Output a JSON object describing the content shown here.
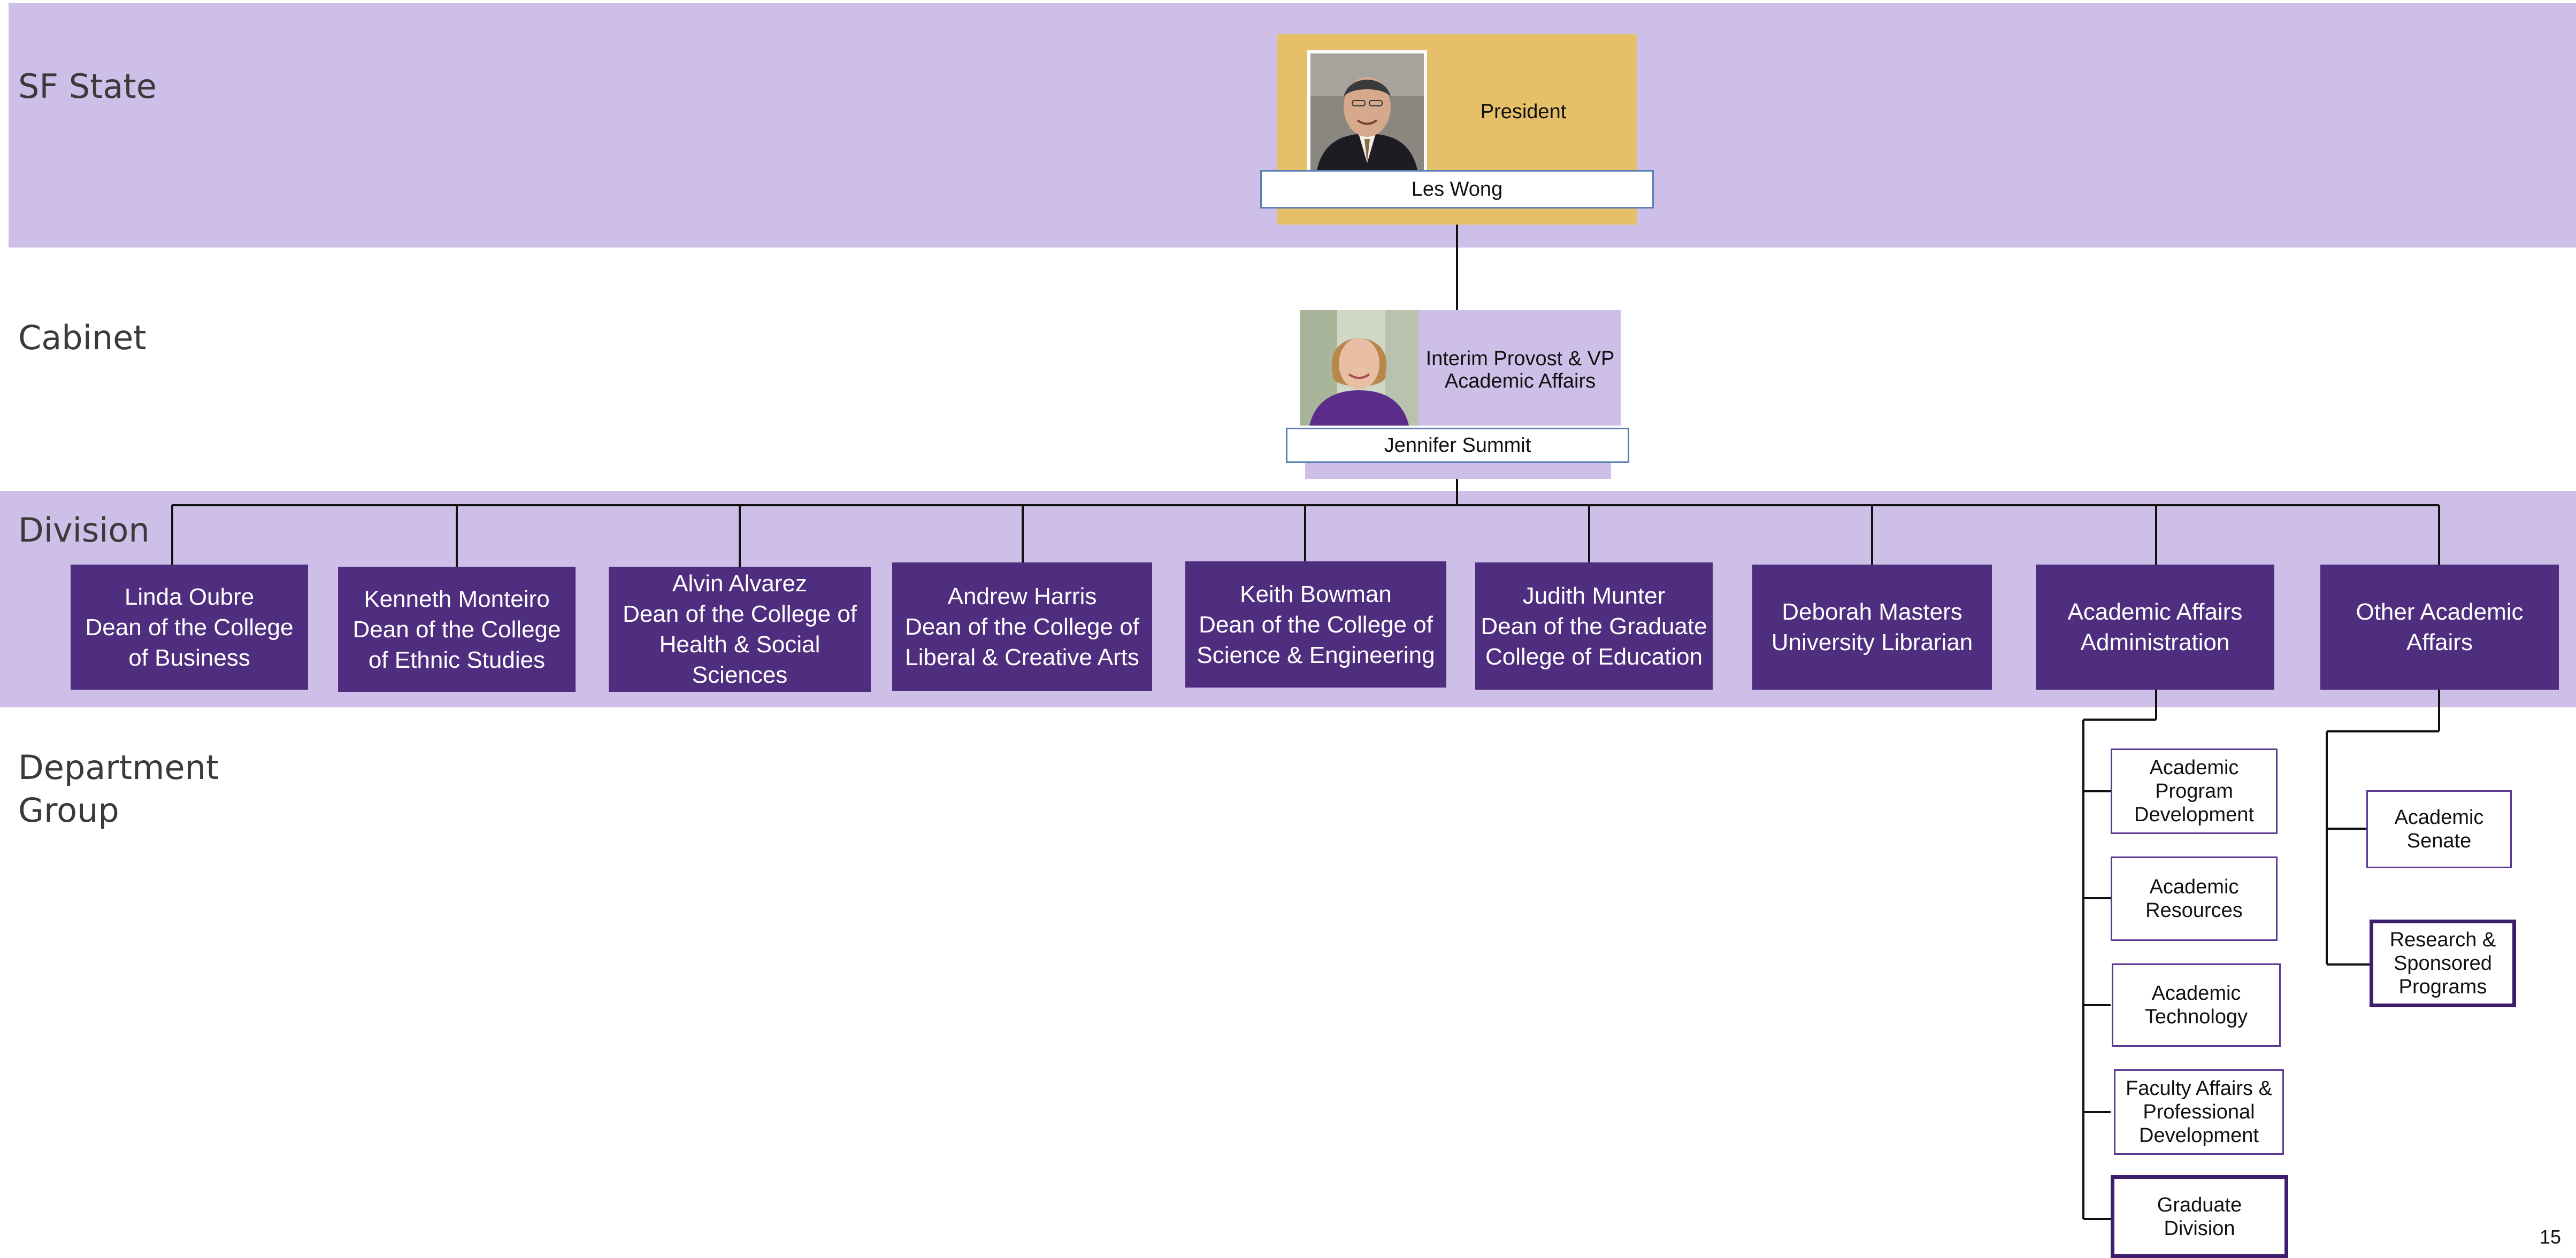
{
  "tiers": {
    "sf_state": "SF State",
    "cabinet": "Cabinet",
    "division": "Division",
    "department_group": "Department\nGroup"
  },
  "president": {
    "title": "President",
    "name": "Les Wong"
  },
  "provost": {
    "title": "Interim Provost & VP\nAcademic Affairs",
    "name": "Jennifer Summit"
  },
  "divisions": [
    {
      "label": "Linda  Oubre\nDean of the College\nof Business"
    },
    {
      "label": "Kenneth  Monteiro\nDean of the College\nof Ethnic Studies"
    },
    {
      "label": "Alvin  Alvarez\nDean of the College of\nHealth & Social Sciences"
    },
    {
      "label": "Andrew Harris\nDean of the College of\nLiberal & Creative Arts"
    },
    {
      "label": "Keith  Bowman\nDean of the College of\nScience & Engineering"
    },
    {
      "label": "Judith  Munter\nDean of the Graduate\nCollege of Education"
    },
    {
      "label": "Deborah Masters\nUniversity Librarian"
    },
    {
      "label": "Academic Affairs\nAdministration"
    },
    {
      "label": "Other Academic\nAffairs"
    }
  ],
  "admin_departments": [
    {
      "label": "Academic\nProgram\nDevelopment"
    },
    {
      "label": "Academic\nResources"
    },
    {
      "label": "Academic\nTechnology"
    },
    {
      "label": "Faculty Affairs &\nProfessional\nDevelopment"
    },
    {
      "label": "Graduate\nDivision"
    }
  ],
  "other_departments": [
    {
      "label": "Academic\nSenate"
    },
    {
      "label": "Research &\nSponsored\nPrograms"
    }
  ],
  "page_number": "15",
  "colors": {
    "band": "#cdbfe7",
    "president_card": "#e6c068",
    "provost_card": "#cdbfe7",
    "division_box": "#4f2d7f",
    "dept_border": "#5e3a93",
    "name_bar_border": "#5b7fb5"
  }
}
